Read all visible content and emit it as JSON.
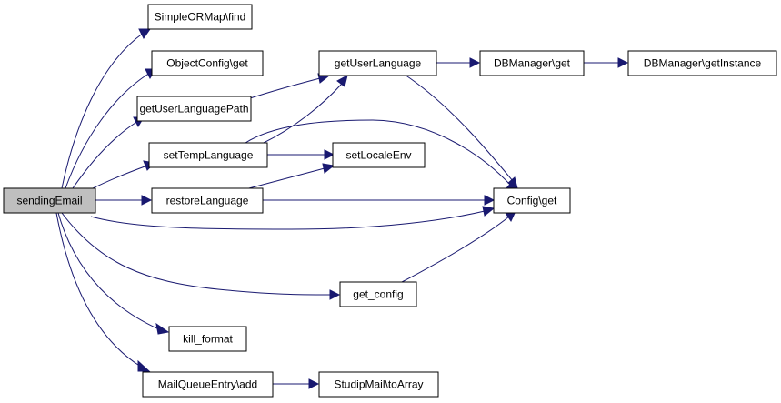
{
  "graph": {
    "title": "sendingEmail call graph",
    "nodes": {
      "sendingEmail": "sendingEmail",
      "find": "SimpleORMap\\find",
      "ocget": "ObjectConfig\\get",
      "gulp": "getUserLanguagePath",
      "stl": "setTempLanguage",
      "rl": "restoreLanguage",
      "gul": "getUserLanguage",
      "sle": "setLocaleEnv",
      "dbget": "DBManager\\get",
      "dbinst": "DBManager\\getInstance",
      "cfg": "Config\\get",
      "gcfg": "get_config",
      "kf": "kill_format",
      "mqadd": "MailQueueEntry\\add",
      "toarr": "StudipMail\\toArray"
    },
    "colors": {
      "edge": "#191970",
      "root_fill": "#bfbfbf",
      "node_fill": "#ffffff",
      "node_border": "#000000"
    }
  }
}
